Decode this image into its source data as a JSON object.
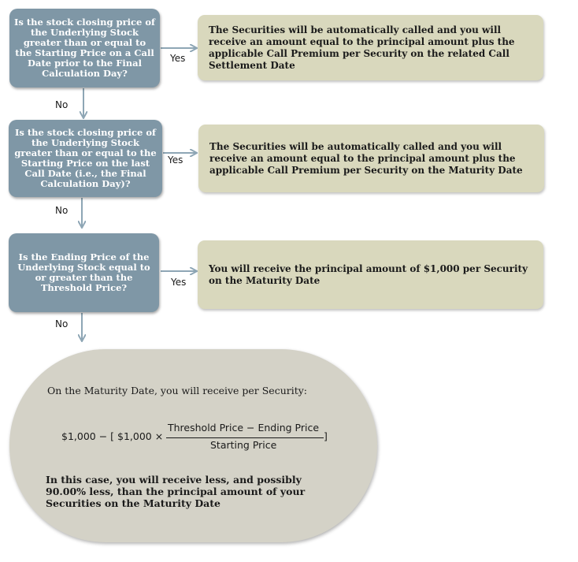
{
  "questions": [
    "Is the stock closing price of the Underlying Stock greater than or equal to the Starting Price on a Call Date prior to the Final Calculation Day?",
    "Is the stock closing price of the Underlying Stock greater than or equal to the Starting Price on the last Call Date (i.e., the Final Calculation Day)?",
    "Is the Ending Price of the Underlying Stock equal to or greater than the Threshold Price?"
  ],
  "answers": [
    "The Securities will be automatically called and you will receive an amount equal to the principal amount plus the applicable Call Premium per Security on the related Call Settlement Date",
    "The Securities will be automatically called and you will receive an amount equal to the principal amount plus the applicable Call Premium per Security on the Maturity Date",
    "You will receive the principal amount of $1,000 per Security on the Maturity Date"
  ],
  "labels": {
    "yes": "Yes",
    "no": "No"
  },
  "final": {
    "intro": "On the Maturity Date, you will receive per Security:",
    "formula": {
      "lead": "$1,000 − [ $1,000  ×",
      "numerator": "Threshold Price − Ending Price",
      "denominator": "Starting Price",
      "close": "]"
    },
    "note": "In this case, you will receive less, and possibly 90.00% less, than the principal amount of your Securities on the Maturity Date"
  },
  "colors": {
    "question_box": "#7f97a6",
    "answer_box": "#d9d8bd",
    "final_box": "#d4d2c7",
    "arrow": "#8ea6b5"
  }
}
